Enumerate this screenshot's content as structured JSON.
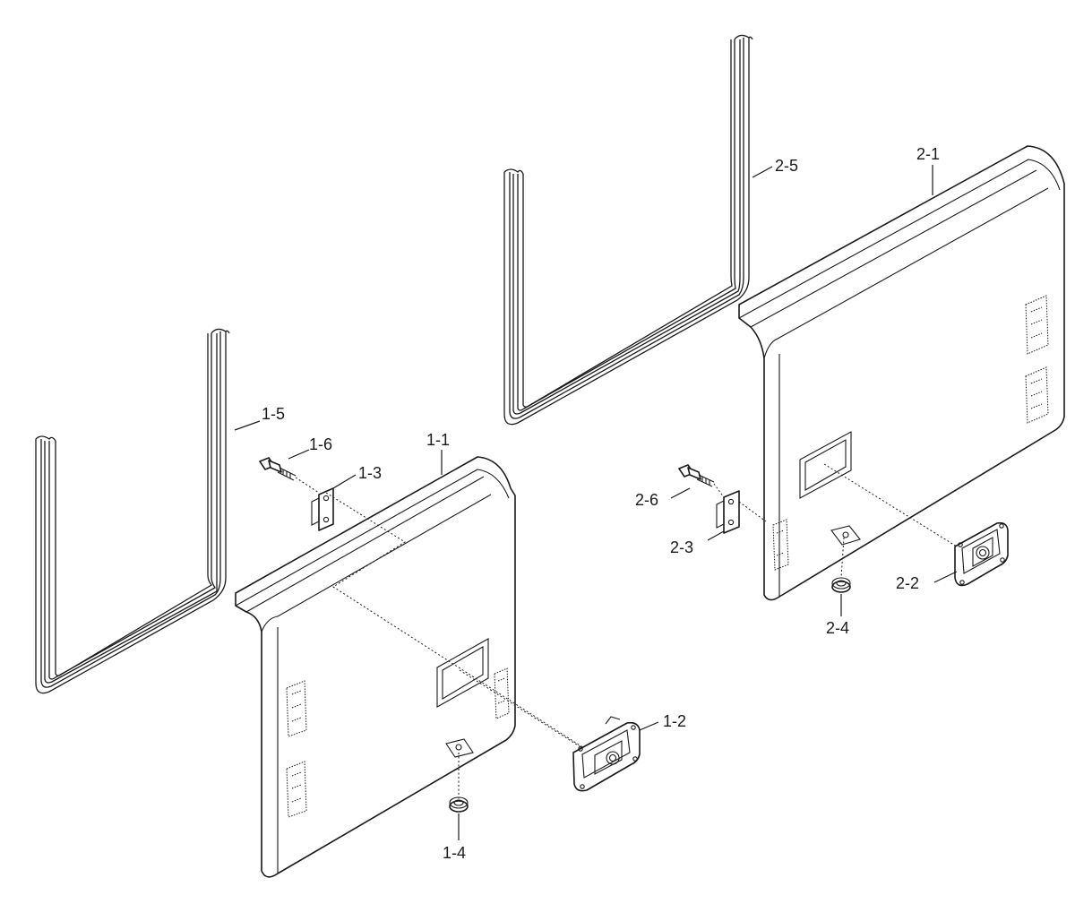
{
  "labels": {
    "p1_1": "1-1",
    "p1_2": "1-2",
    "p1_3": "1-3",
    "p1_4": "1-4",
    "p1_5": "1-5",
    "p1_6": "1-6",
    "p2_1": "2-1",
    "p2_2": "2-2",
    "p2_3": "2-3",
    "p2_4": "2-4",
    "p2_5": "2-5",
    "p2_6": "2-6"
  }
}
